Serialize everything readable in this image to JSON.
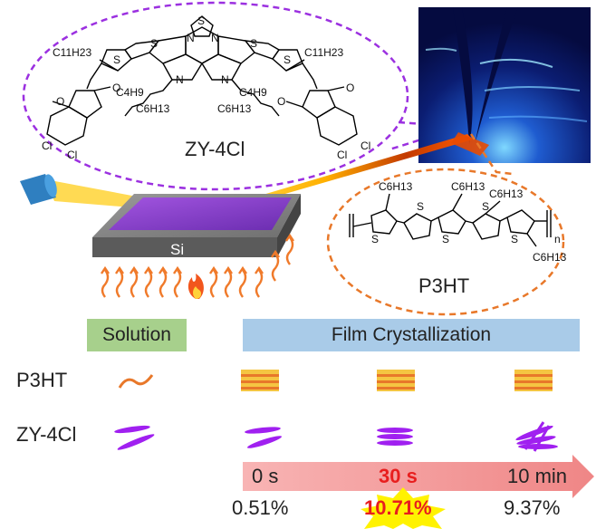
{
  "molecules": {
    "zy4cl": {
      "name": "ZY-4Cl",
      "side_chain_left": "C11H23",
      "side_chain_right": "C11H23",
      "n_sub_left": "C4H9",
      "n_sub_right": "C4H9",
      "n_sub_left_2": "C6H13",
      "n_sub_right_2": "C6H13",
      "atoms": {
        "sulfur": "S",
        "nitrogen": "N",
        "oxygen": "O",
        "chlorine": "Cl"
      }
    },
    "p3ht": {
      "name": "P3HT",
      "side_chain": "C6H13",
      "repeat": "n"
    }
  },
  "substrate": {
    "label": "Si"
  },
  "stages": {
    "solution": "Solution",
    "film": "Film Crystallization"
  },
  "rows": {
    "p3ht": "P3HT",
    "zy4cl": "ZY-4Cl"
  },
  "timeline": {
    "times": [
      "0 s",
      "30 s",
      "10 min"
    ],
    "percents": [
      "0.51%",
      "10.71%",
      "9.37%"
    ],
    "highlight_index": 1
  },
  "colors": {
    "zy_dash": "#9b30e0",
    "p3ht_dash": "#e8782a",
    "solution_box": "#a7d08c",
    "film_box": "#a9cbe8",
    "p3ht_film": "#e8782a",
    "p3ht_film_fill": "#f5c542",
    "zy_stroke": "#a020f0",
    "arrow": "#f39a9a",
    "highlight_time": "#e81e1e",
    "starburst": "#fff200",
    "pattern_bg": "#0a1a66"
  }
}
